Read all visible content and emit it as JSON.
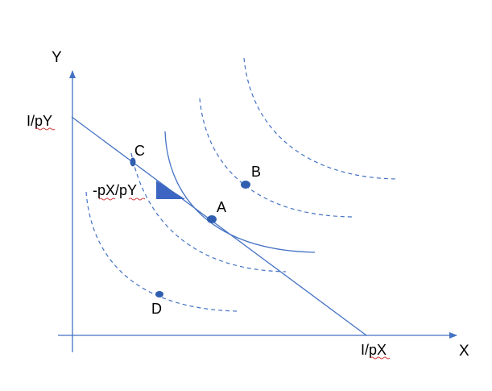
{
  "axes": {
    "x_label": "X",
    "y_label": "Y"
  },
  "budget_line": {
    "x_intercept_label": "I/pX",
    "y_intercept_label": "I/pY",
    "slope_label": "-pX/pY"
  },
  "points": {
    "a": "A",
    "b": "B",
    "c": "C",
    "d": "D"
  },
  "colors": {
    "line": "#4472c4",
    "point": "#2f5eb0",
    "text": "#000000",
    "spellcheck": "#d23a3a"
  }
}
